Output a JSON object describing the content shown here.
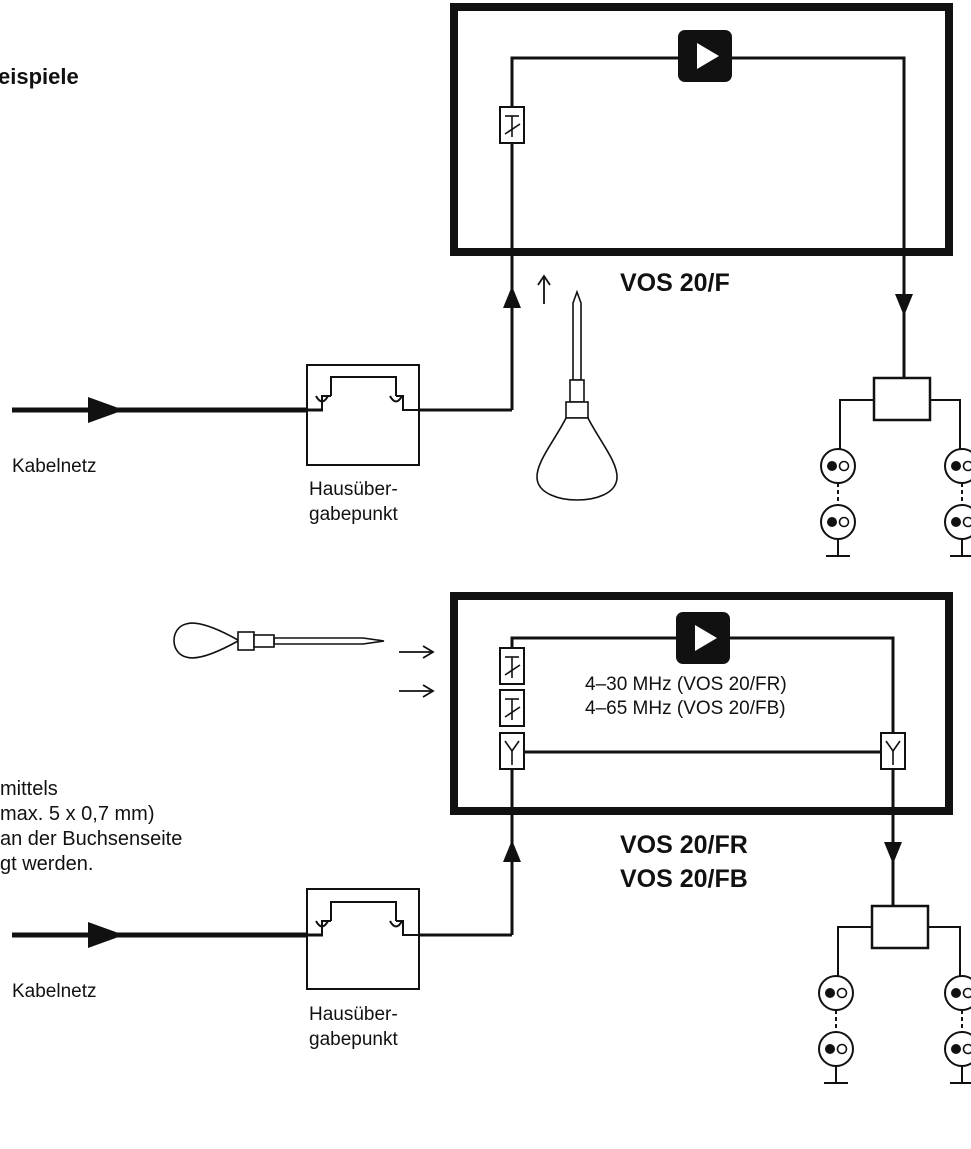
{
  "heading": "eispiele",
  "diagram_top": {
    "model": "VOS 20/F",
    "source_label": "Kabelnetz",
    "transfer_label_line1": "Hausüber-",
    "transfer_label_line2": "gabepunkt"
  },
  "diagram_bottom": {
    "model_line1": "VOS 20/FR",
    "model_line2": "VOS 20/FB",
    "freq_line1": "4–30 MHz (VOS 20/FR)",
    "freq_line2": "4–65 MHz (VOS 20/FB)",
    "source_label": "Kabelnetz",
    "transfer_label_line1": "Hausüber-",
    "transfer_label_line2": "gabepunkt"
  },
  "note_lines": [
    "mittels",
    "max. 5 x 0,7 mm)",
    "an der Buchsenseite",
    "gt werden."
  ]
}
